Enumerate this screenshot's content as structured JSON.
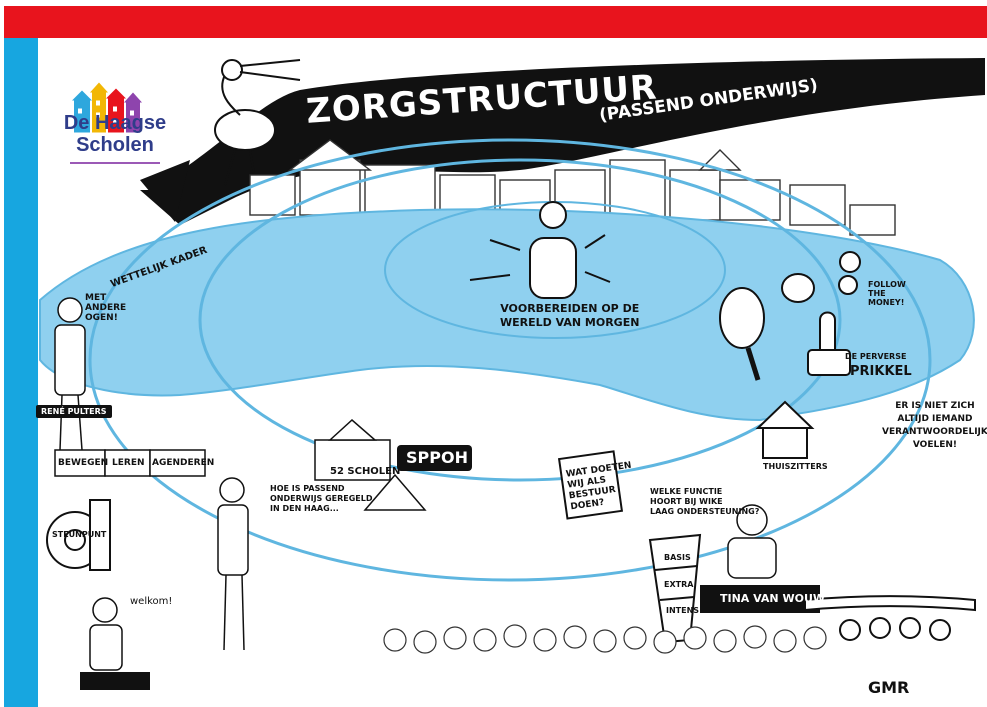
{
  "title": "ZORGSTRUCTUUR",
  "subtitle": "(PASSEND ONDERWIJS)",
  "logo": {
    "line1": "De Haagse",
    "line2": "Scholen"
  },
  "center": {
    "line1": "VOORBEREIDEN OP DE",
    "line2": "WERELD VAN MORGEN"
  },
  "labels": {
    "wettelijk": "WETTELIJK KADER",
    "andere_ogen": "MET ANDERE OGEN!",
    "bewegen": "BEWEGEN",
    "leren": "LEREN",
    "agenderen": "AGENDEREN",
    "rene": "RENÉ PULTERS",
    "follow": "FOLLOW THE MONEY!",
    "prikkel": "PRIKKEL",
    "perverse": "DE PERVERSE",
    "verantwoordelijk1": "ER IS NIET ZICH",
    "verantwoordelijk2": "ALTIJD IEMAND",
    "verantwoordelijk3": "VERANTWOORDELIJK",
    "verantwoordelijk4": "VOELEN!",
    "thuiszitters": "THUISZITTERS",
    "sppoh": "SPPOH",
    "scholen52": "52 SCHOLEN",
    "bestuur1": "WAT DOETEN",
    "bestuur2": "WIJ ALS",
    "bestuur3": "BESTUUR",
    "bestuur4": "DOEN?",
    "functie1": "WELKE FUNCTIE",
    "functie2": "HOORT BIJ WIKE",
    "functie3": "LAAG ONDERSTEUNING?",
    "tina": "TINA VAN WOUW",
    "welkom": "welkom!",
    "gmr": "GMR",
    "passend1": "HOE IS PASSEND",
    "passend2": "ONDERWIJS GEREGELD",
    "passend3": "IN DEN HAAG...",
    "steunpunt": "STEUNPUNT",
    "basis": "BASIS",
    "extra": "EXTRA",
    "intens": "INTENS"
  },
  "colors": {
    "red": "#e8141d",
    "blue": "#17a6e0",
    "water": "#8fd0ef",
    "navy": "#2f3d8a"
  }
}
